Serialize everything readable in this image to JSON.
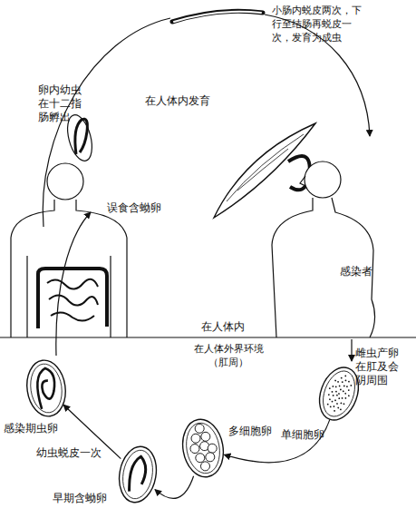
{
  "diagram": {
    "nodes": [
      {
        "text": [
          "单细胞卵"
        ]
      },
      {
        "text": [
          "多细胞卵"
        ]
      },
      {
        "text": [
          "早期含蚴卵"
        ]
      },
      {
        "text": [
          "感染期虫卵"
        ]
      }
    ],
    "edges": [
      {
        "from": 0,
        "to": 1,
        "arrow": "to"
      },
      {
        "from": 1,
        "to": 2,
        "arrow": "to"
      },
      {
        "from": 2,
        "to": 3,
        "label": "幼虫蜕皮一次",
        "arrow": "to"
      }
    ],
    "labels": [
      "小肠内蜕皮两次，下行至结肠再蜕皮一次，发育为成虫",
      "卵内幼虫在十二指肠孵出",
      "在人体内发育",
      "误食含蚴卵",
      "感染者",
      "在人体内",
      "在人体外界环境 （肛周）",
      "雌虫产卵在肛及会阴周围"
    ]
  }
}
